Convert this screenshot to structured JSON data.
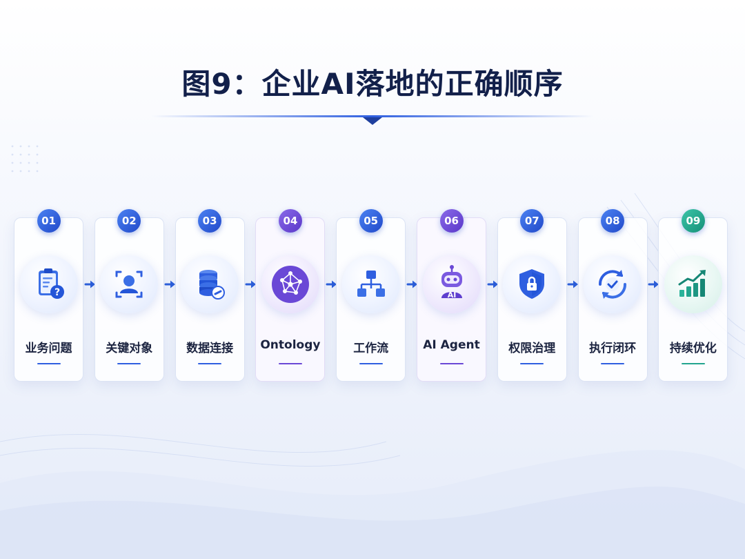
{
  "title": "图9：企业AI落地的正确顺序",
  "colors": {
    "blue": "#2f5fe0",
    "purple": "#6a48d6",
    "teal": "#22a48e",
    "arrow": "#2c5ed9",
    "title": "#12204a"
  },
  "steps": [
    {
      "number": "01",
      "label": "业务问题",
      "icon": "clipboard-question-icon",
      "theme": "blue"
    },
    {
      "number": "02",
      "label": "关键对象",
      "icon": "user-focus-icon",
      "theme": "blue"
    },
    {
      "number": "03",
      "label": "数据连接",
      "icon": "database-link-icon",
      "theme": "blue"
    },
    {
      "number": "04",
      "label": "Ontology",
      "icon": "network-graph-icon",
      "theme": "purple"
    },
    {
      "number": "05",
      "label": "工作流",
      "icon": "workflow-tree-icon",
      "theme": "blue"
    },
    {
      "number": "06",
      "label": "AI Agent",
      "icon": "robot-icon",
      "theme": "purple"
    },
    {
      "number": "07",
      "label": "权限治理",
      "icon": "shield-lock-icon",
      "theme": "blue"
    },
    {
      "number": "08",
      "label": "执行闭环",
      "icon": "cycle-check-icon",
      "theme": "blue"
    },
    {
      "number": "09",
      "label": "持续优化",
      "icon": "growth-chart-icon",
      "theme": "teal"
    }
  ]
}
